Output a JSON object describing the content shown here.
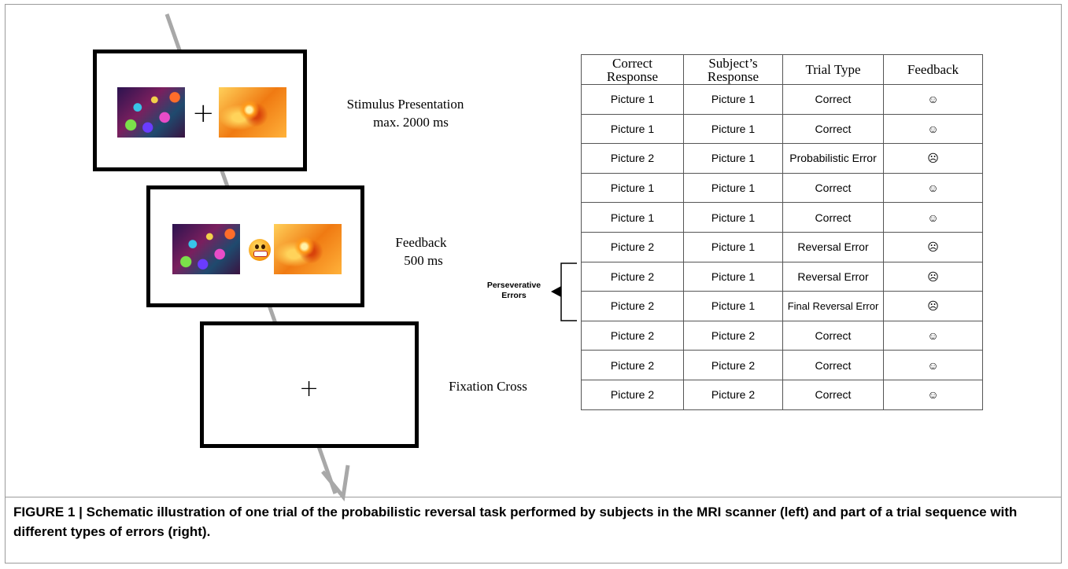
{
  "steps": {
    "stimulus": {
      "title": "Stimulus Presentation",
      "duration": "max. 2000 ms"
    },
    "feedback": {
      "title": "Feedback",
      "duration": "500 ms"
    },
    "fixation": {
      "title": "Fixation Cross"
    }
  },
  "glyphs": {
    "cross": "+",
    "smiley": "☺",
    "frown": "☹"
  },
  "table": {
    "headers": [
      "Correct Response",
      "Subject's Response",
      "Trial Type",
      "Feedback"
    ],
    "rows": [
      {
        "correct": "Picture 1",
        "subject": "Picture 1",
        "type": "Correct",
        "feedback": "☺"
      },
      {
        "correct": "Picture 1",
        "subject": "Picture 1",
        "type": "Correct",
        "feedback": "☺"
      },
      {
        "correct": "Picture 2",
        "subject": "Picture 1",
        "type": "Probabilistic Error",
        "feedback": "☹"
      },
      {
        "correct": "Picture 1",
        "subject": "Picture 1",
        "type": "Correct",
        "feedback": "☺"
      },
      {
        "correct": "Picture 1",
        "subject": "Picture 1",
        "type": "Correct",
        "feedback": "☺"
      },
      {
        "correct": "Picture 2",
        "subject": "Picture 1",
        "type": "Reversal Error",
        "feedback": "☹"
      },
      {
        "correct": "Picture 2",
        "subject": "Picture 1",
        "type": "Reversal Error",
        "feedback": "☹"
      },
      {
        "correct": "Picture 2",
        "subject": "Picture 1",
        "type": "Final Reversal Error",
        "feedback": "☹"
      },
      {
        "correct": "Picture 2",
        "subject": "Picture 2",
        "type": "Correct",
        "feedback": "☺"
      },
      {
        "correct": "Picture 2",
        "subject": "Picture 2",
        "type": "Correct",
        "feedback": "☺"
      },
      {
        "correct": "Picture 2",
        "subject": "Picture 2",
        "type": "Correct",
        "feedback": "☺"
      }
    ]
  },
  "perseverative_label": "Perseverative Errors",
  "caption": "FIGURE 1 | Schematic illustration of one trial of the probabilistic reversal task performed by subjects in the MRI scanner (left) and part of a trial sequence with different types of errors (right)."
}
